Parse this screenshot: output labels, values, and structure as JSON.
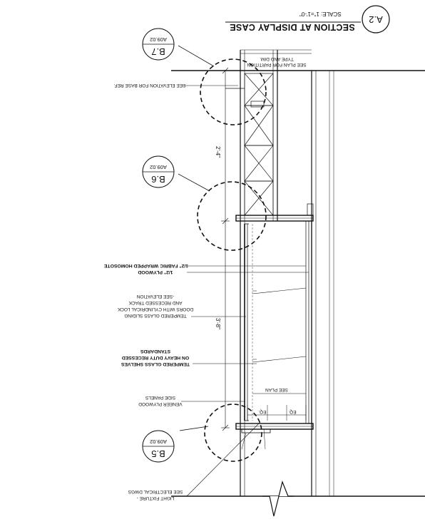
{
  "title": {
    "tag": "A.2",
    "name": "SECTION AT DISPLAY CASE",
    "scale": "SCALE: 1\"=1'-0\""
  },
  "details": [
    {
      "tag": "B.7",
      "sheet": "A09.02"
    },
    {
      "tag": "B.6",
      "sheet": "A09.02"
    },
    {
      "tag": "B.5",
      "sheet": "A09.02"
    }
  ],
  "notes": {
    "plan_partition_1": "SEE PLAN FOR PARTITION",
    "plan_partition_2": "TYPE AND DIM.",
    "elevation_base": "SEE ELEVATION FOR BASE REF.",
    "homosote": "1/2\" FABRIC WRAPPED HOMOSOTE",
    "plywood": "1/2\" PLYWOOD",
    "glass_1": "TEMPERED GLASS SLIDING",
    "glass_2": "DOORS WITH CYLINDRICAL LOCK",
    "glass_3": "AND RECESSED TRACK",
    "glass_4": "-SEE ELEVATION",
    "shelves_1": "TEMPERED GLASS SHELVES",
    "shelves_2": "ON HEAVY DUTY RECESSED",
    "shelves_3": "STANDARDS",
    "veneer_1": "VENEER PLYWOOD",
    "veneer_2": "SIDE PANELS",
    "see_plan": "SEE PLAN",
    "eq_1": "EQ.",
    "eq_2": "EQ.",
    "light_1": "LIGHT FIXTURE -",
    "light_2": "SEE ELECTRICAL DWGS"
  },
  "dimensions": {
    "upper": "2'-4\"",
    "lower": "3'-8\""
  }
}
